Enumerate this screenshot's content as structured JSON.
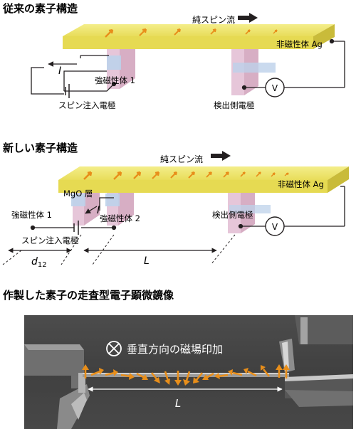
{
  "section1": {
    "heading": "従来の素子構造",
    "pure_spin_current": "純スピン流",
    "nonmagnet": "非磁性体 Ag",
    "ferromagnet": "強磁性体 1",
    "current_symbol": "I",
    "injection_electrode": "スピン注入電極",
    "detection_electrode": "検出側電極",
    "voltmeter": "V"
  },
  "section2": {
    "heading": "新しい素子構造",
    "pure_spin_current": "純スピン流",
    "nonmagnet": "非磁性体 Ag",
    "mgo_layer": "MgO 層",
    "current_symbol": "I",
    "ferromagnet1": "強磁性体 1",
    "ferromagnet2": "強磁性体 2",
    "injection_electrode": "スピン注入電極",
    "detection_electrode": "検出側電極",
    "voltmeter": "V",
    "d12_label": "d",
    "d12_sub": "12",
    "L_label": "L"
  },
  "section3": {
    "heading": "作製した素子の走査型電子顕微鏡像",
    "field_label": "垂直方向の磁場印加",
    "L_label": "L"
  },
  "colors": {
    "silver": "#ece46a",
    "silver_side": "#c9bb3a",
    "ferro": "#e6c6d9",
    "electrode_blue": "#bdd1ea",
    "arrow_orange": "#e88e1a",
    "sem_bg": "#3d3d3d"
  }
}
